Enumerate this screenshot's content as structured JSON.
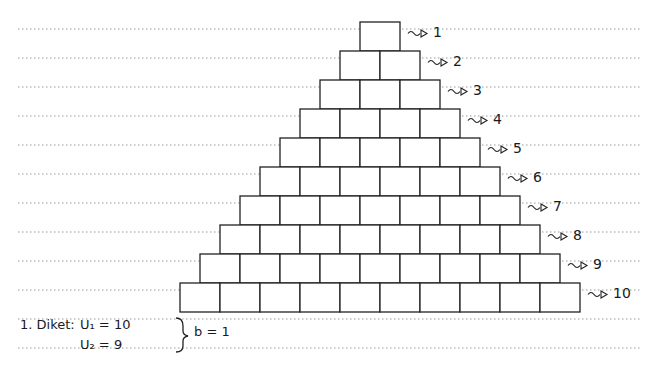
{
  "diagram": {
    "labels": [
      "1",
      "2",
      "3",
      "4",
      "5",
      "6",
      "7",
      "8",
      "9",
      "10",
      "1. Diket:",
      "U₁ = 10",
      "b = 1",
      "U₂ = 9"
    ]
  }
}
